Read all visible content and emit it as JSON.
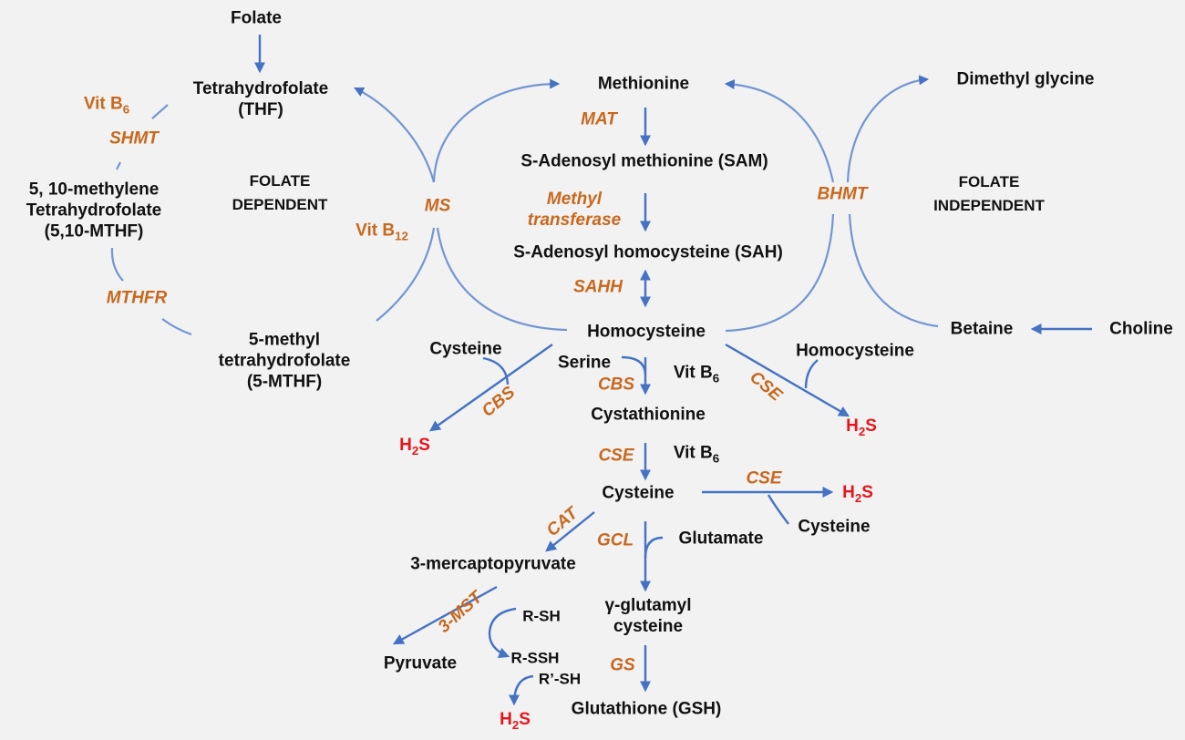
{
  "nodes": {
    "folate": "Folate",
    "thf_1": "Tetrahydrofolate",
    "thf_2": "(THF)",
    "mthf510_1": "5, 10-methylene",
    "mthf510_2": "Tetrahydrofolate",
    "mthf510_3": "(5,10-MTHF)",
    "mthf5_1": "5-methyl",
    "mthf5_2": "tetrahydrofolate",
    "mthf5_3": "(5-MTHF)",
    "methionine": "Methionine",
    "sam": "S-Adenosyl methionine (SAM)",
    "sah": "S-Adenosyl homocysteine (SAH)",
    "homocysteine": "Homocysteine",
    "dimethyl_glycine": "Dimethyl glycine",
    "betaine": "Betaine",
    "choline": "Choline",
    "cysteine_left": "Cysteine",
    "serine": "Serine",
    "homocysteine_right": "Homocysteine",
    "cystathionine": "Cystathionine",
    "cysteine": "Cysteine",
    "cysteine_right": "Cysteine",
    "glutamate": "Glutamate",
    "mercaptopyruvate": "3-mercaptopyruvate",
    "gamma_1": "γ-glutamyl",
    "gamma_2": "cysteine",
    "pyruvate": "Pyruvate",
    "rsh": "R-SH",
    "rssh": "R-SSH",
    "r2sh": "R’-SH",
    "gsh": "Glutathione (GSH)"
  },
  "h2s": {
    "text": "H",
    "sub": "2",
    "tail": "S"
  },
  "enzymes": {
    "shmt": "SHMT",
    "mthfr": "MTHFR",
    "ms": "MS",
    "mat": "MAT",
    "methyl_1": "Methyl",
    "methyl_2": "transferase",
    "sahh": "SAHH",
    "bhmt": "BHMT",
    "cbs_left": "CBS",
    "cbs_center": "CBS",
    "cse_right": "CSE",
    "cse_center": "CSE",
    "cse_cys": "CSE",
    "cat": "CAT",
    "gcl": "GCL",
    "mst": "3-MST",
    "gs": "GS"
  },
  "vitamins": {
    "b6_label": "Vit B",
    "b6_sub": "6",
    "b12_label": "Vit B",
    "b12_sub": "12"
  },
  "regions": {
    "folate_dep_1": "FOLATE",
    "folate_dep_2": "DEPENDENT",
    "folate_indep_1": "FOLATE",
    "folate_indep_2": "INDEPENDENT"
  },
  "colors": {
    "arrow": "#4472c4",
    "curve": "#7296d2",
    "enzyme": "#c8681e",
    "h2s": "#e8141b",
    "text": "#111111",
    "background": "#f2f2f2"
  }
}
